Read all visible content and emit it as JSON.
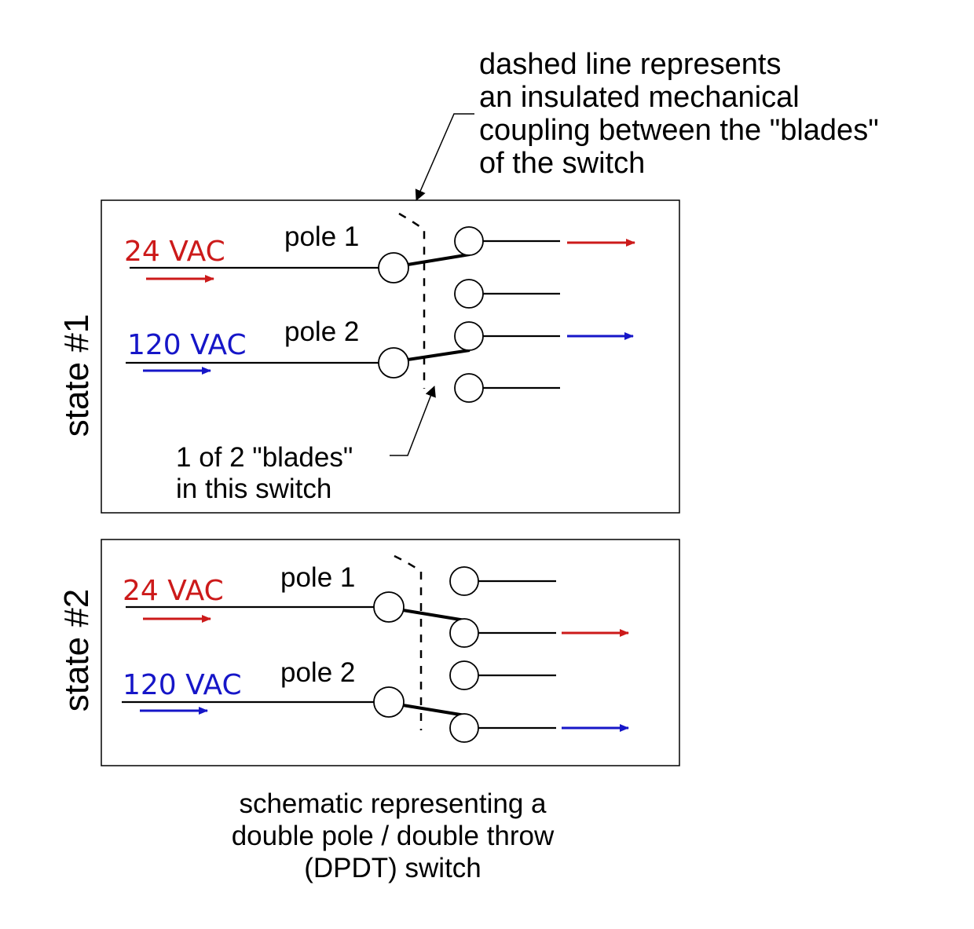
{
  "colors": {
    "red": "#cc1a1a",
    "blue": "#1616c8",
    "ink": "#000000"
  },
  "annotations": {
    "top_note": [
      "dashed line represents",
      "an insulated mechanical",
      "coupling between the \"blades\"",
      "of the switch"
    ],
    "blade_note": [
      "1 of 2 \"blades\"",
      "in this switch"
    ]
  },
  "states": [
    {
      "side_label": "state #1",
      "pole1_label": "pole 1",
      "pole2_label": "pole 2",
      "source1": "24 VAC",
      "source2": "120 VAC"
    },
    {
      "side_label": "state #2",
      "pole1_label": "pole 1",
      "pole2_label": "pole 2",
      "source1": "24 VAC",
      "source2": "120 VAC"
    }
  ],
  "caption": [
    "schematic representing a",
    "double pole / double throw",
    "(DPDT) switch"
  ]
}
